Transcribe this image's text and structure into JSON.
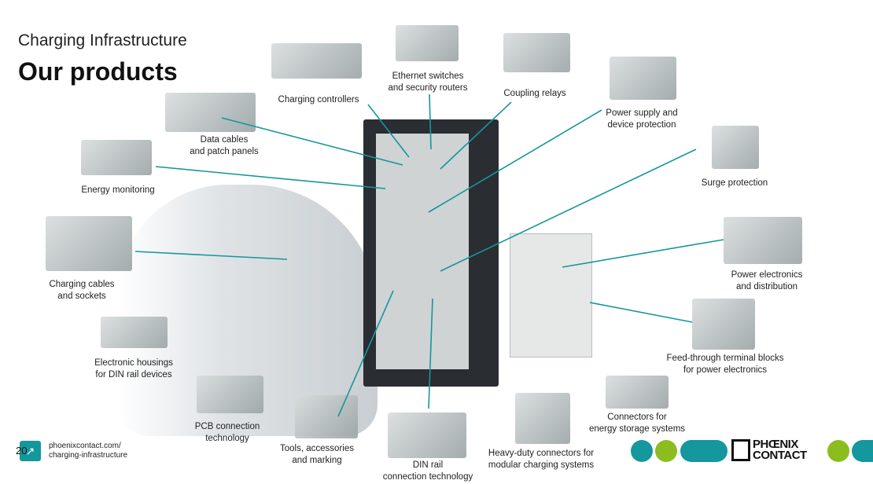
{
  "header": {
    "subtitle": "Charging Infrastructure",
    "title": "Our products"
  },
  "labels": {
    "charging_controllers": "Charging controllers",
    "ethernet_1": "Ethernet switches",
    "ethernet_2": "and security routers",
    "coupling_relays": "Coupling relays",
    "power_supply_1": "Power supply and",
    "power_supply_2": "device protection",
    "data_cables_1": "Data cables",
    "data_cables_2": "and patch panels",
    "energy_monitoring": "Energy monitoring",
    "surge_protection": "Surge protection",
    "charging_cables_1": "Charging cables",
    "charging_cables_2": "and sockets",
    "power_electronics_1": "Power electronics",
    "power_electronics_2": "and distribution",
    "feedthrough_1": "Feed-through terminal blocks",
    "feedthrough_2": "for power electronics",
    "housings_1": "Electronic housings",
    "housings_2": "for DIN rail devices",
    "connectors_1": "Connectors for",
    "connectors_2": "energy storage systems",
    "pcb_1": "PCB connection",
    "pcb_2": "technology",
    "tools_1": "Tools, accessories",
    "tools_2": "and marking",
    "dinrail_1": "DIN rail",
    "dinrail_2": "connection technology",
    "heavy_1": "Heavy-duty connectors for",
    "heavy_2": "modular charging systems"
  },
  "footer": {
    "page": "20",
    "url_1": "phoenixcontact.com/",
    "url_2": "charging-infrastructure",
    "logo_1": "PHŒNIX",
    "logo_2": "CONTACT",
    "logo_text": "PHOENIX CONTACT"
  },
  "colors": {
    "teal": "#14979d",
    "green": "#8cbd1e"
  }
}
